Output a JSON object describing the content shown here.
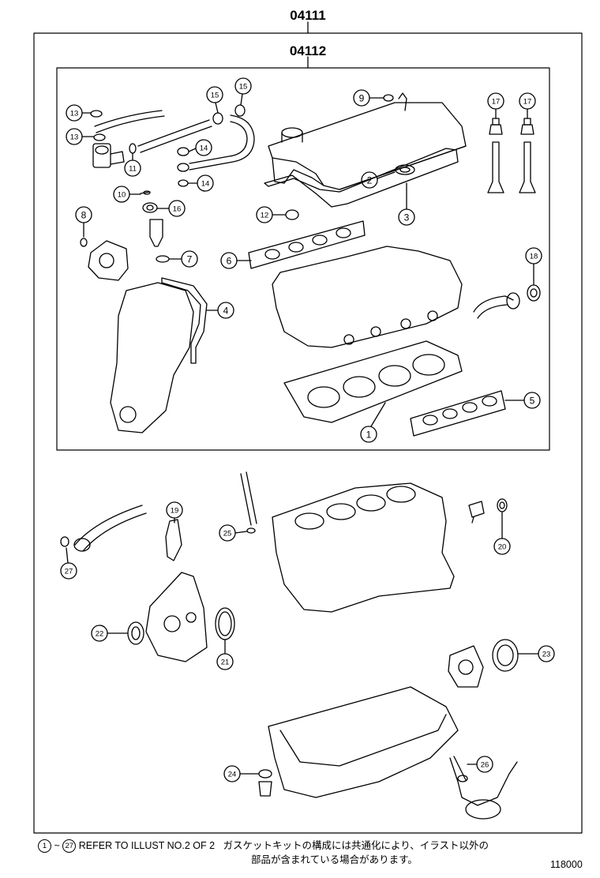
{
  "assembly": {
    "outer_part_no": "04111",
    "inner_part_no": "04112"
  },
  "callouts": [
    "1",
    "2",
    "3",
    "4",
    "5",
    "6",
    "7",
    "8",
    "9",
    "10",
    "11",
    "12",
    "13",
    "13",
    "14",
    "14",
    "15",
    "15",
    "16",
    "17",
    "17",
    "18",
    "19",
    "20",
    "21",
    "22",
    "23",
    "24",
    "25",
    "26",
    "27"
  ],
  "footnote": {
    "range_start": "1",
    "tilde": "~",
    "range_end": "27",
    "english": "REFER TO ILLUST NO.2 OF 2",
    "japanese_line1": "ガスケットキットの構成には共通化により、イラスト以外の",
    "japanese_line2": "部品が含まれている場合があります。"
  },
  "illustration_code": "118000",
  "colors": {
    "line": "#000000",
    "background": "#ffffff"
  }
}
